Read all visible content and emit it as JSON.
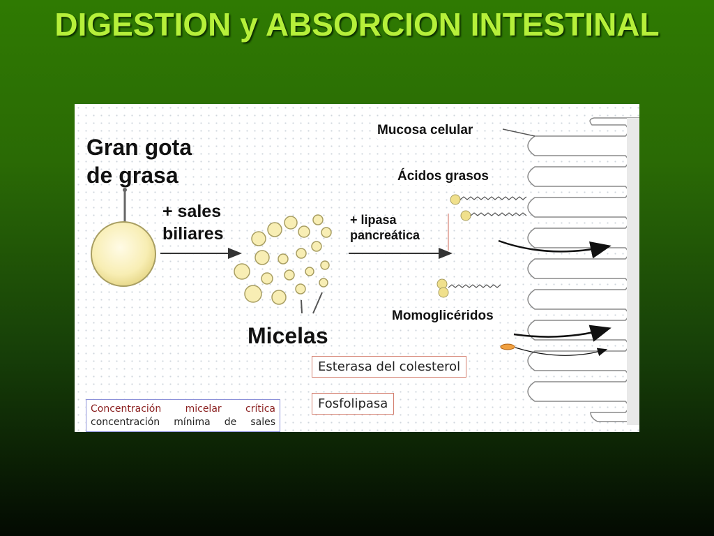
{
  "slide": {
    "title": "DIGESTION y ABSORCION INTESTINAL"
  },
  "diagram": {
    "fat_drop": [
      "Gran gota",
      "de grasa"
    ],
    "bile_salts": [
      "+ sales",
      "biliares"
    ],
    "micelles": "Micelas",
    "lipase": [
      "+ lipasa",
      "pancreática"
    ],
    "mucosa": "Mucosa celular",
    "fatty_acids": "Ácidos grasos",
    "monoglycerides": "Momoglicéridos",
    "cholesterol_esterase": "Esterasa del colesterol",
    "phospholipase": "Fosfolipasa",
    "cmc_line1": [
      "Concentración",
      "micelar",
      "crítica"
    ],
    "cmc_line2": [
      "concentración",
      "mínima",
      "de",
      "sales"
    ],
    "colors": {
      "droplet_fill": "#f8eeb4",
      "droplet_stroke": "#a89e62",
      "enzyme_box_border": "#d48070",
      "cmc_box_border": "#8a8fd8",
      "ester_fill": "#f0a040",
      "title_color": "#b6f03a"
    }
  }
}
